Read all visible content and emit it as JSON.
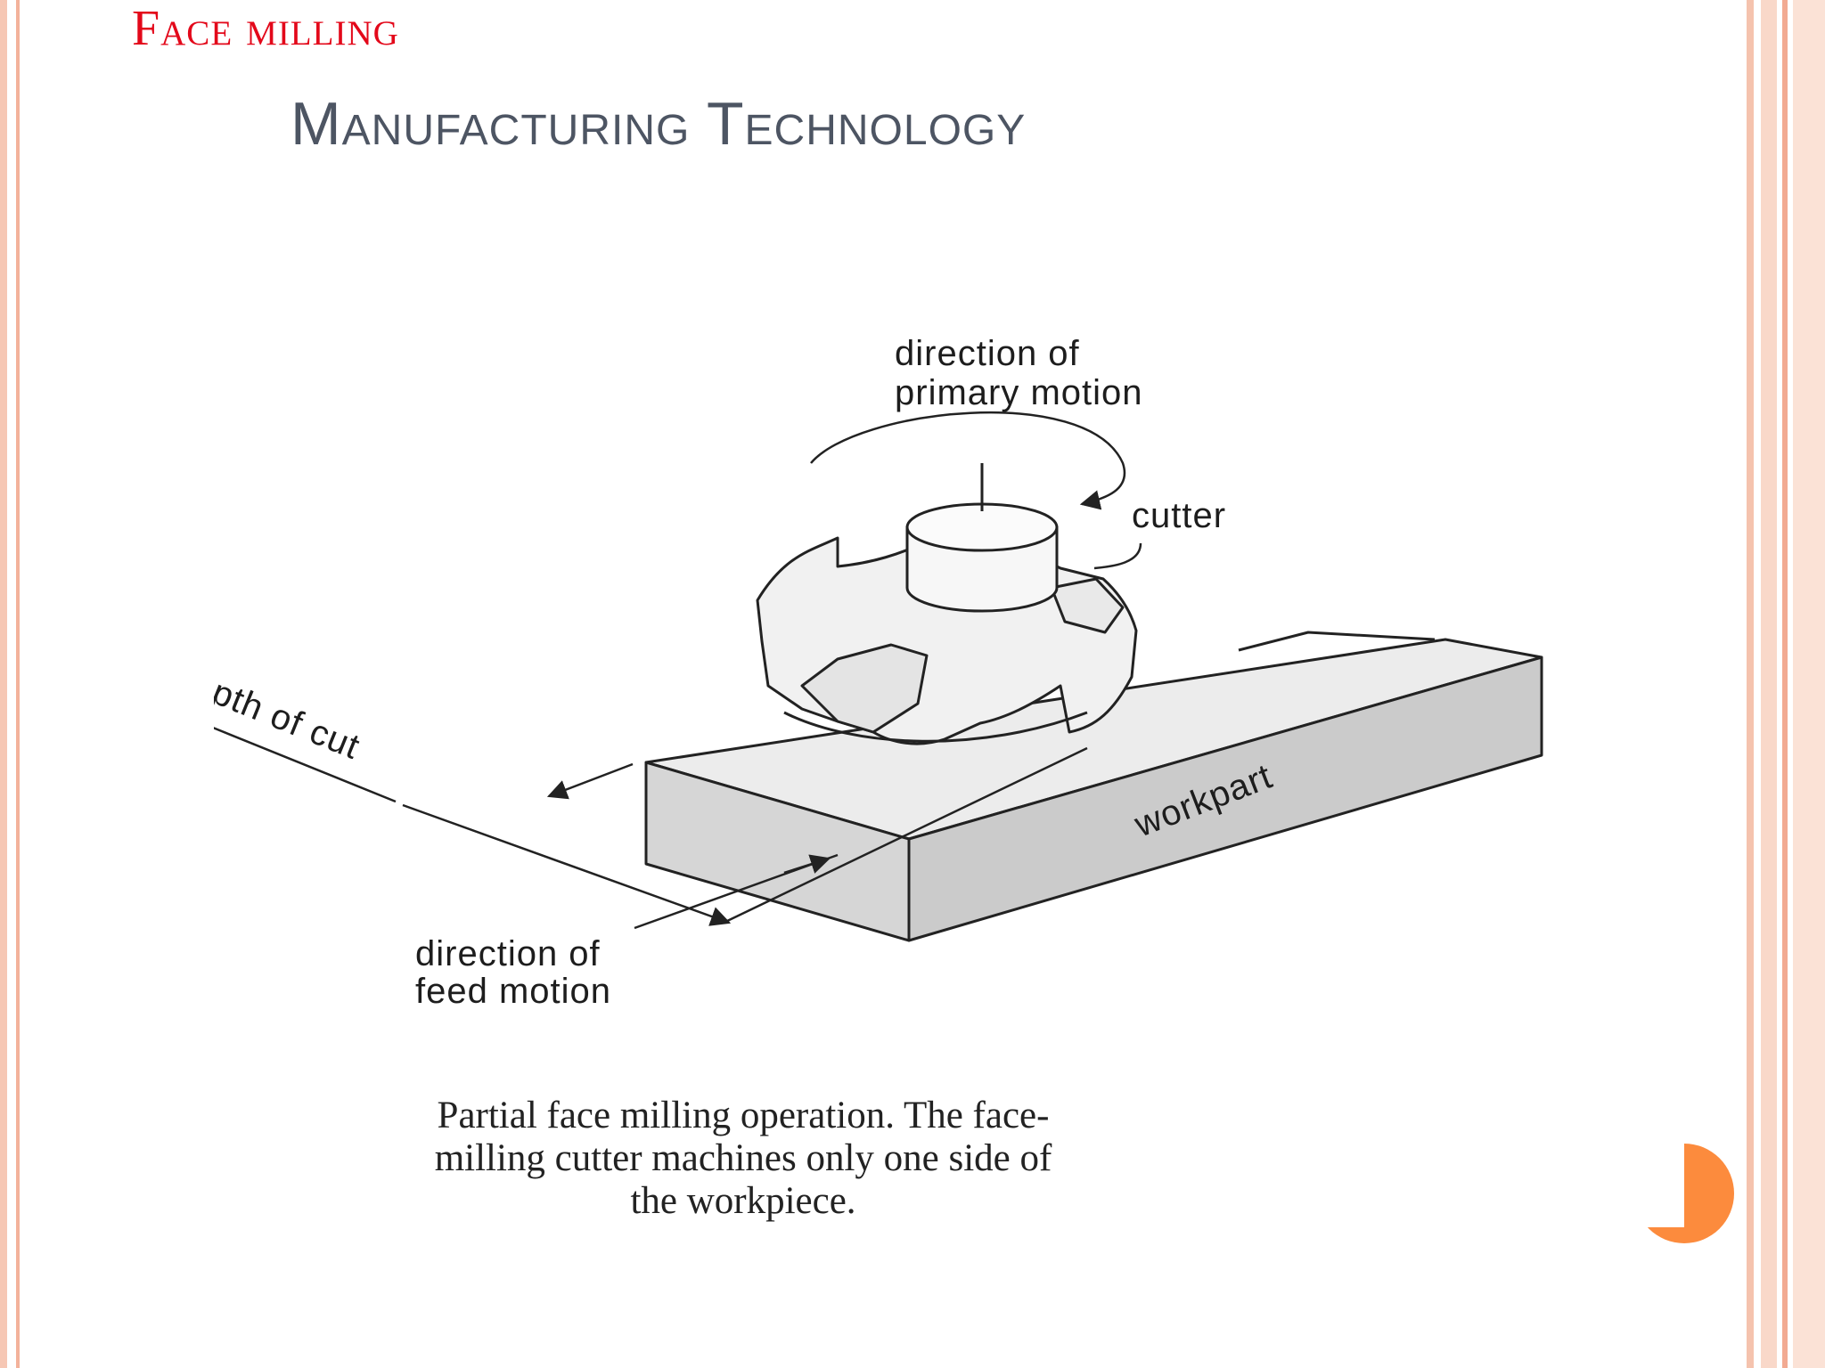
{
  "slide": {
    "title": "Face milling",
    "subtitle": "Manufacturing Technology"
  },
  "diagram": {
    "labels": {
      "primary_motion_line1": "direction of",
      "primary_motion_line2": "primary motion",
      "cutter": "cutter",
      "depth_of_cut": "depth of cut",
      "workpart": "workpart",
      "feed_motion_line1": "direction of",
      "feed_motion_line2": "feed motion"
    },
    "caption_lines": [
      "Partial face milling operation. The face-",
      "milling cutter machines only one side of",
      "the workpiece."
    ]
  },
  "colors": {
    "title": "#e3081a",
    "subtitle": "#4d5563",
    "accent": "#fc8b3d",
    "frame": "#f6c7b4"
  }
}
